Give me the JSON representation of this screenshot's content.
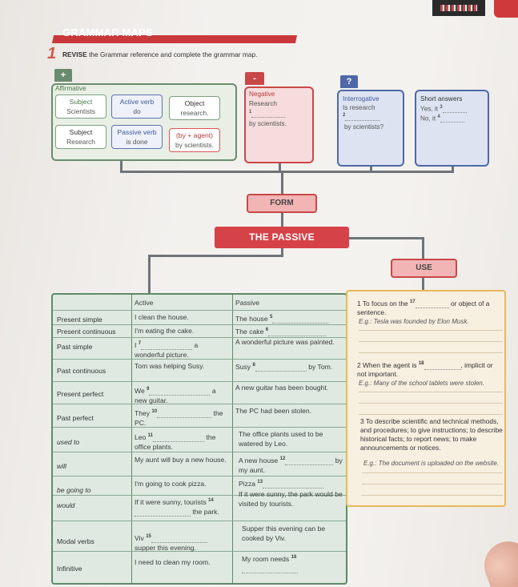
{
  "header": {
    "title_prefix": "GRAMMAR ",
    "title_main": "MAPS"
  },
  "exercise": {
    "number": "1",
    "keyword": "REVISE",
    "instruction": "the Grammar reference and complete the grammar map."
  },
  "symbols": {
    "affirmative": "+",
    "negative": "-",
    "interrogative": "?"
  },
  "colors": {
    "red": "#c84848",
    "green": "#6a8c6e",
    "blue": "#4f69a8",
    "orange": "#e8b85a"
  },
  "affirmative": {
    "label": "Affirmative",
    "subject": {
      "label": "Subject",
      "value": "Scientists"
    },
    "active_verb": {
      "label": "Active verb",
      "value": "do"
    },
    "object": {
      "label": "Object",
      "value": "research."
    },
    "subject2": {
      "label": "Subject",
      "value": "Research"
    },
    "passive_verb": {
      "label": "Passive verb",
      "value": "is done"
    },
    "agent": {
      "label": "(by + agent)",
      "value": "by scientists."
    }
  },
  "negative": {
    "label": "Negative",
    "line1": "Research",
    "gap": "1",
    "line3": "by scientists."
  },
  "interrogative": {
    "label": "Interrogative",
    "line1": "Is research",
    "gap": "2",
    "line3": "by scientists?"
  },
  "short_answers": {
    "label": "Short answers",
    "yes": "Yes, it",
    "gap_yes": "3",
    "no": "No, it",
    "gap_no": "4"
  },
  "form_label": "FORM",
  "passive_label": "THE PASSIVE",
  "use_label": "USE",
  "table": {
    "headers": {
      "active": "Active",
      "passive": "Passive"
    },
    "rows": [
      {
        "tense": "Present simple",
        "active": "I clean the house.",
        "passive": "The house",
        "gap": "5"
      },
      {
        "tense": "Present continuous",
        "active": "I'm eating the cake.",
        "passive": "The cake",
        "gap": "6"
      },
      {
        "tense": "Past simple",
        "active": "I",
        "active_gap": "7",
        "active_end": "a wonderful picture.",
        "passive": "A wonderful picture was painted."
      },
      {
        "tense": "Past continuous",
        "active": "Tom was helping Susy.",
        "passive": "Susy",
        "gap": "8",
        "passive_end": "by Tom."
      },
      {
        "tense": "Present perfect",
        "active": "We",
        "active_gap": "9",
        "active_end": "a new guitar.",
        "passive": "A new guitar has been bought."
      },
      {
        "tense": "Past perfect",
        "active": "They",
        "active_gap": "10",
        "active_end": "the PC.",
        "passive": "The PC had been stolen."
      },
      {
        "tense": "used to",
        "active": "Leo",
        "active_gap": "11",
        "active_end": "the office plants.",
        "passive": "The office plants used to be watered by Leo."
      },
      {
        "tense": "will",
        "active": "My aunt will buy a new house.",
        "passive": "A new house",
        "gap": "12",
        "passive_end": "by my aunt."
      },
      {
        "tense": "be going to",
        "active": "I'm going to cook pizza.",
        "passive": "Pizza",
        "gap": "13"
      },
      {
        "tense": "would",
        "active": "If it were sunny, tourists",
        "active_gap": "14",
        "active_end": "the park.",
        "passive": "If it were sunny, the park would be visited by tourists."
      },
      {
        "tense": "Modal verbs",
        "active": "Viv",
        "active_gap": "15",
        "active_end": "supper this evening.",
        "passive": "Supper this evening can be cooked by Viv."
      },
      {
        "tense": "Infinitive",
        "active": "I need to clean my room.",
        "passive": "My room needs",
        "gap": "16"
      }
    ]
  },
  "uses": [
    {
      "text_a": "1 To focus on the",
      "gap": "17",
      "text_b": "or object of a sentence.",
      "example": "E.g.: Tesla was founded by Elon Musk."
    },
    {
      "text_a": "2 When the agent is",
      "gap": "18",
      "text_b": ", implicit or not important.",
      "example": "E.g.: Many of the school tablets were stolen."
    },
    {
      "text_a": "3 To describe scientific and technical methods, and procedures; to give instructions; to describe historical facts; to report news; to make announcements or notices.",
      "example": "E.g.: The document is uploaded on the website."
    }
  ]
}
